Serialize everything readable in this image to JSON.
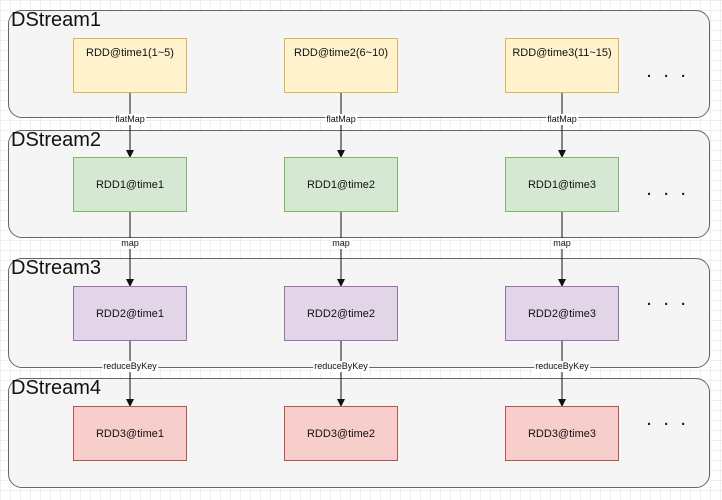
{
  "lanes": [
    {
      "title": "DStream1",
      "nodes": [
        "RDD@time1(1~5)",
        "RDD@time2(6~10)",
        "RDD@time3(11~15)"
      ],
      "ellipsis": ". . ."
    },
    {
      "title": "DStream2",
      "nodes": [
        "RDD1@time1",
        "RDD1@time2",
        "RDD1@time3"
      ],
      "ellipsis": ". . ."
    },
    {
      "title": "DStream3",
      "nodes": [
        "RDD2@time1",
        "RDD2@time2",
        "RDD2@time3"
      ],
      "ellipsis": ". . ."
    },
    {
      "title": "DStream4",
      "nodes": [
        "RDD3@time1",
        "RDD3@time2",
        "RDD3@time3"
      ],
      "ellipsis": ". . ."
    }
  ],
  "operations": [
    "flatMap",
    "map",
    "reduceByKey"
  ],
  "colors": {
    "dstream1": "#fff2cc",
    "dstream2": "#d5e8d4",
    "dstream3": "#e1d5e7",
    "dstream4": "#f8cecc"
  }
}
